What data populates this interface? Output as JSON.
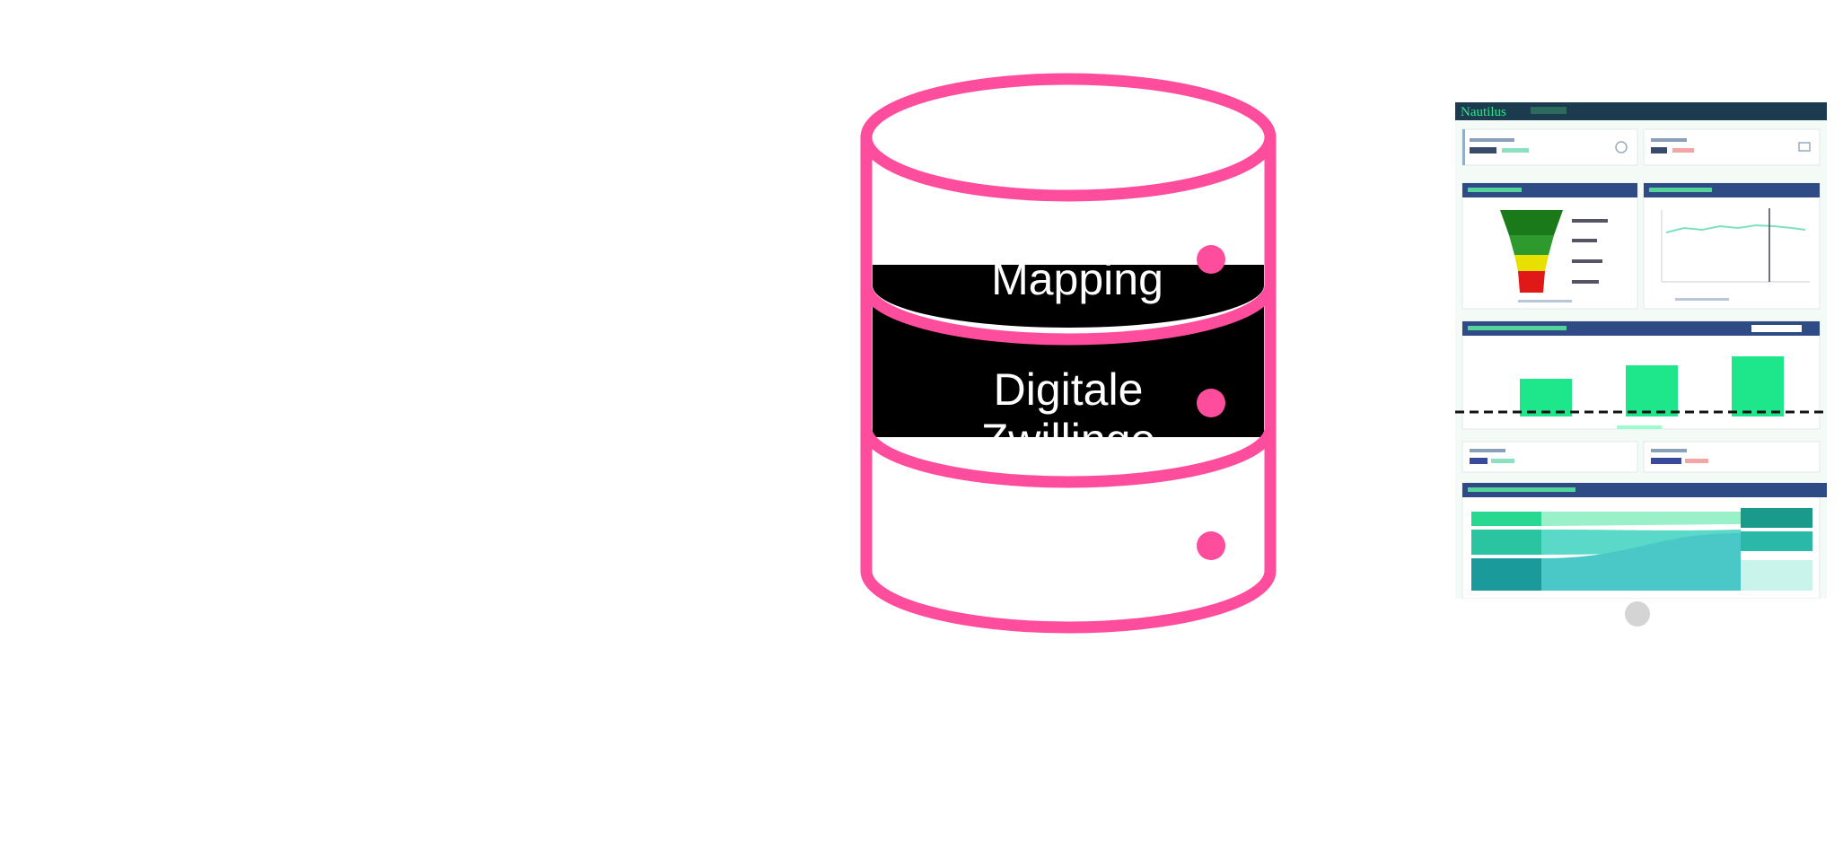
{
  "colors": {
    "accent": "#ff4d9d",
    "layer_fill": "#000000",
    "label_text": "#ffffff",
    "thumb_header": "#1d3b4f",
    "thumb_panel_header": "#2f4b86",
    "thumb_bar": "#1ee68a",
    "carousel_dot": "#d4d4d4"
  },
  "database": {
    "icon": "database-cylinder-icon",
    "layers": [
      {
        "label": "Mapping"
      },
      {
        "label": "Digitale Zwillinge"
      },
      {
        "label": ""
      }
    ]
  },
  "thumbnail": {
    "icon": "dashboard-thumbnail-image",
    "brand_title": "Nautilus"
  },
  "carousel": {
    "icon": "carousel-dot-icon"
  }
}
